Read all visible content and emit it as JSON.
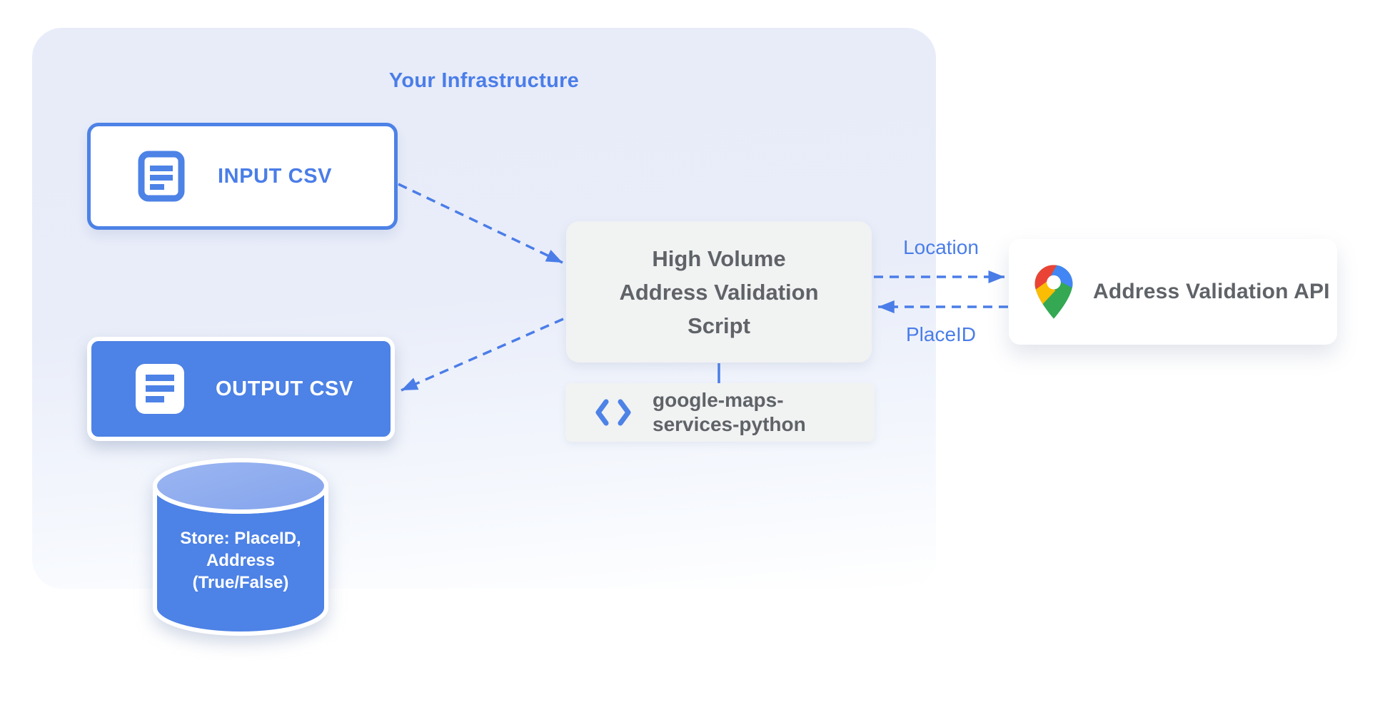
{
  "diagram": {
    "zone_title": "Your Infrastructure",
    "nodes": {
      "input_csv": {
        "label": "INPUT CSV",
        "icon": "document-icon"
      },
      "output_csv": {
        "label": "OUTPUT CSV",
        "icon": "document-icon"
      },
      "script": {
        "line1": "High Volume",
        "line2": "Address Validation",
        "line3": "Script"
      },
      "library": {
        "line1": "google-maps-",
        "line2": "services-python",
        "icon": "code-icon"
      },
      "api": {
        "label": "Address Validation API",
        "icon": "google-maps-pin-icon"
      },
      "datastore": {
        "line1": "Store: PlaceID,",
        "line2": "Address",
        "line3": "(True/False)"
      }
    },
    "edge_labels": {
      "to_api": "Location",
      "from_api": "PlaceID"
    },
    "colors": {
      "accent_blue": "#4a7de8",
      "node_blue_fill": "#4d82e6",
      "zone_background": "#e8ecf9",
      "gray_box_background": "#f1f2f2",
      "dark_text": "#5f6368",
      "cylinder_top": "#8fb0ee",
      "pin_red": "#EA4335",
      "pin_blue": "#4285F4",
      "pin_yellow": "#FBBC04",
      "pin_green": "#34A853"
    }
  }
}
